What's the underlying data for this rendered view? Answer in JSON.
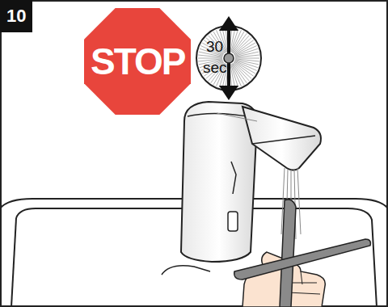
{
  "diagram": {
    "nodes": [
      {
        "text": [
          "10"
        ]
      },
      {
        "text": [
          "STOP"
        ]
      },
      {
        "text": [
          "30",
          "sec"
        ]
      }
    ]
  }
}
